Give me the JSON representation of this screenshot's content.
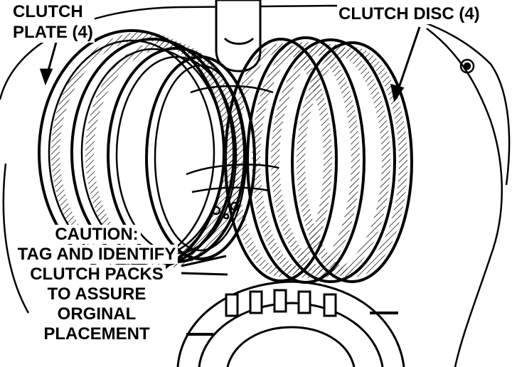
{
  "labels": {
    "clutch_plate_line1": "CLUTCH",
    "clutch_plate_line2": "PLATE (4)",
    "clutch_disc": "CLUTCH DISC (4)"
  },
  "caution": {
    "line1": "CAUTION:",
    "line2": "TAG AND IDENTIFY",
    "line3": "CLUTCH PACKS",
    "line4": "TO ASSURE",
    "line5": "ORGINAL",
    "line6": "PLACEMENT"
  },
  "colors": {
    "ink": "#000000",
    "paper": "#ffffff"
  }
}
